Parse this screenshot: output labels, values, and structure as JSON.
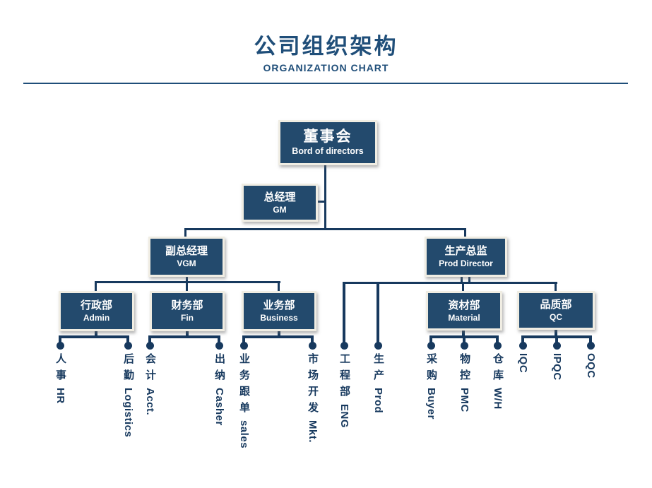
{
  "header": {
    "title": "公司组织架构",
    "subtitle": "ORGANIZATION CHART"
  },
  "colors": {
    "navy": "#17395E",
    "box_fill": "#234A6D",
    "box_border": "#F0EDE3",
    "title_blue": "#1F4E79"
  },
  "nodes": {
    "board": {
      "cn": "董事会",
      "en": "Bord of directors"
    },
    "gm": {
      "cn": "总经理",
      "en": "GM"
    },
    "vgm": {
      "cn": "副总经理",
      "en": "VGM"
    },
    "prod_director": {
      "cn": "生产总监",
      "en": "Prod Director"
    },
    "admin": {
      "cn": "行政部",
      "en": "Admin"
    },
    "fin": {
      "cn": "财务部",
      "en": "Fin"
    },
    "business": {
      "cn": "业务部",
      "en": "Business"
    },
    "material": {
      "cn": "资材部",
      "en": "Material"
    },
    "qc": {
      "cn": "品质部",
      "en": "QC"
    }
  },
  "leaves": [
    {
      "cn": "人事",
      "en": "HR"
    },
    {
      "cn": "后勤",
      "en": "Logistics"
    },
    {
      "cn": "会计",
      "en": "Acct."
    },
    {
      "cn": "出纳",
      "en": "Casher"
    },
    {
      "cn": "业务跟单",
      "en": "sales"
    },
    {
      "cn": "市场开发",
      "en": "Mkt."
    },
    {
      "cn": "工程部",
      "en": "ENG"
    },
    {
      "cn": "生产",
      "en": "Prod"
    },
    {
      "cn": "采购",
      "en": "Buyer"
    },
    {
      "cn": "物控",
      "en": "PMC"
    },
    {
      "cn": "仓库",
      "en": "W/H"
    },
    {
      "cn": "",
      "en": "IQC"
    },
    {
      "cn": "",
      "en": "IPQC"
    },
    {
      "cn": "",
      "en": "OQC"
    }
  ]
}
